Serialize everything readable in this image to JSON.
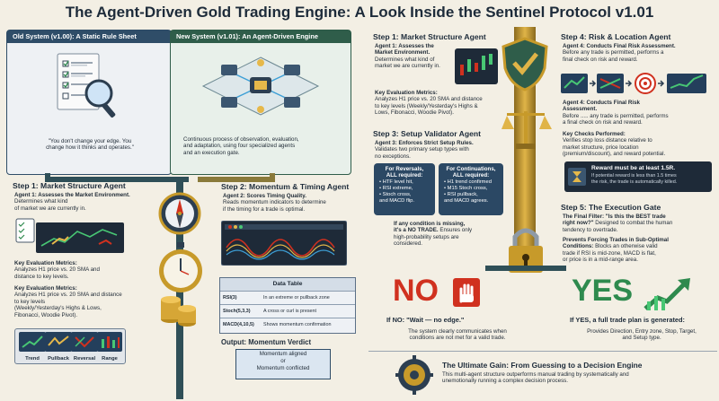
{
  "title": "The Agent-Driven Gold Trading Engine: A Look Inside the Sentinel Protocol v1.01",
  "old_system": {
    "header": "Old System (v1.00): A Static Rule Sheet",
    "quote_line1": "\"You don't change your edge. You",
    "quote_line2": "change how it thinks and operates.\""
  },
  "new_system": {
    "header": "New System (v1.01): An Agent-Driven Engine",
    "desc_line1": "Continuous process of observation, evaluation,",
    "desc_line2": "and adaptation, using four specialized agents",
    "desc_line3": "and an execution gate."
  },
  "left_step1": {
    "title": "Step 1: Market Structure Agent",
    "agent_bold": "Agent 1: Assesses the",
    "agent_line2": "Market Environment.",
    "agent_rest1": "Determines what kind",
    "agent_rest2": "of market we are currently in.",
    "metrics_title": "Key Evaluation Metrics:",
    "metrics_line1": "Analyzes H1 price vs. 20 SMA and",
    "metrics_line2": "distance to key levels.",
    "metrics2_title": "Key Evaluation Metrics:",
    "metrics2_line1": "Analyzes H1 price vs. 20 SMA and distance",
    "metrics2_line2": "to key levels",
    "metrics2_line3": "(Weekly/Yesterday's Highs & Lows,",
    "metrics2_line4": "Fibonacci, Woodie Pivot)."
  },
  "market_types": [
    {
      "label": "Trend",
      "icon": "trend-up-icon"
    },
    {
      "label": "Pullback",
      "icon": "pullback-icon"
    },
    {
      "label": "Reversal",
      "icon": "reversal-icon"
    },
    {
      "label": "Range",
      "icon": "range-bars-icon"
    }
  ],
  "step2": {
    "title": "Step 2: Momentum & Timing Agent",
    "agent_bold": "Agent 2: Scores Timing Quality.",
    "line1": "Reads momentum indicators to determine",
    "line2": "if the timing for a trade is optimal.",
    "table_title": "Data Table",
    "rows": [
      {
        "key": "RSI(3)",
        "value": "In an extreme or pullback zone"
      },
      {
        "key": "Stoch(5,3,3)",
        "value": "A cross or curl is present"
      },
      {
        "key": "MACD(4,10,5)",
        "value": "Shows momentum confirmation"
      }
    ],
    "output_title": "Output: Momentum Verdict",
    "verdict1": "Momentum aligned",
    "verdict2": "or",
    "verdict3": "Momentum conflicted"
  },
  "right_step1": {
    "title": "Step 1: Market Structure Agent",
    "agent_bold1": "Agent 1: Assesses the",
    "agent_bold2": "Market Environment.",
    "line1": "Determines what kind of",
    "line2": "market we are currently in.",
    "metrics_title": "Key Evaluation Metrics:",
    "metrics_line1": "Analyzes H1 price vs. 20 SMA and distance",
    "metrics_line2": "to key levels (Weekly/Yesterday's Highs &",
    "metrics_line3": "Lows, Fibonacci, Woodie Pivot)."
  },
  "step3": {
    "title": "Step 3: Setup Validator Agent",
    "agent_bold": "Agent 3: Enforces Strict Setup Rules.",
    "line1": "Validates two primary setup types with",
    "line2": "no exceptions.",
    "reversal_title1": "For Reversals,",
    "reversal_title2": "ALL required:",
    "reversal_items": [
      "• HTF level hit,",
      "• RSI extreme,",
      "• Stoch cross,",
      "  and MACD flip."
    ],
    "continuation_title1": "For Continuations,",
    "continuation_title2": "ALL required:",
    "continuation_items": [
      "• H1 trend confirmed",
      "• M15 Stoch cross,",
      "• RSI pullback,",
      "  and MACD agrees."
    ],
    "missing_line1": "If any condition is missing,",
    "missing_line2": "it's a NO TRADE.",
    "missing_line3": "Ensures only",
    "missing_line4": "high-probability setups are",
    "missing_line5": "considered."
  },
  "step4": {
    "title": "Step 4: Risk & Location Agent",
    "agent_bold": "Agent 4: Conducts Final Risk Assessment.",
    "line1": "Before any trade is permitted, performs a",
    "line2": "final check on risk and reward.",
    "agent2_bold1": "Agent 4: Conducts Final Risk",
    "agent2_bold2": "Assessment.",
    "agent2_line1": "Before ..... any trade is permitted, performs",
    "agent2_line2": "a final check on risk and reward.",
    "checks_title": "Key Checks Performed:",
    "checks_line1": "Verifies stop loss distance relative to",
    "checks_line2": "market structure, price location",
    "checks_line3": "(premium/discount), and reward potential.",
    "reward_bold": "Reward must be at least 1.5R.",
    "reward_line1": "If potential reward is less than 1.5 times",
    "reward_line2": "the risk, the trade is automatically killed."
  },
  "step5": {
    "title": "Step 5: The Execution Gate",
    "filter_bold1": "The Final Filter: \"Is this the BEST trade",
    "filter_bold2": "right now?\"",
    "filter_line1": "Designed to combat the human",
    "filter_line2": "tendency to overtrade.",
    "prevent_bold1": "Prevents Forcing Trades in Sub-Optimal",
    "prevent_bold2": "Conditions:",
    "prevent_line1": "Blocks an otherwise valid",
    "prevent_line2": "trade if RSI is mid-zone, MACD is flat,",
    "prevent_line3": "or price is in a mid-range area."
  },
  "no_outcome": {
    "word": "NO",
    "head": "If NO: \"Wait — no edge.\"",
    "line1": "The system clearly communicates when",
    "line2": "conditions are not met for a valid trade."
  },
  "yes_outcome": {
    "word": "YES",
    "head": "If YES, a full trade plan is generated:",
    "line1": "Provides Direction, Entry zone, Stop, Target,",
    "line2": "and Setup type."
  },
  "ultimate": {
    "title": "The Ultimate Gain: From Guessing to a Decision Engine",
    "line1": "This multi-agent structure outperforms manual trading by systematically and",
    "line2": "unemotionally running a complex decision process."
  },
  "colors": {
    "navy": "#1d2b3a",
    "old_header": "#2f4d68",
    "new_header": "#2f5d4a",
    "no_red": "#d0311f",
    "yes_green": "#2e8a4e",
    "gold": "#c79a2a"
  }
}
